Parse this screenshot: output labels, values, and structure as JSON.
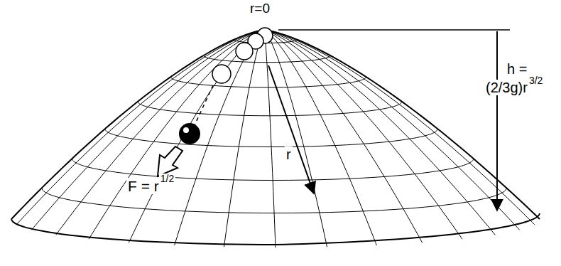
{
  "diagram": {
    "labels": [
      "r=0",
      "h =",
      "(2/3g)r",
      "3/2",
      "r",
      "F = r",
      "1/2"
    ]
  }
}
